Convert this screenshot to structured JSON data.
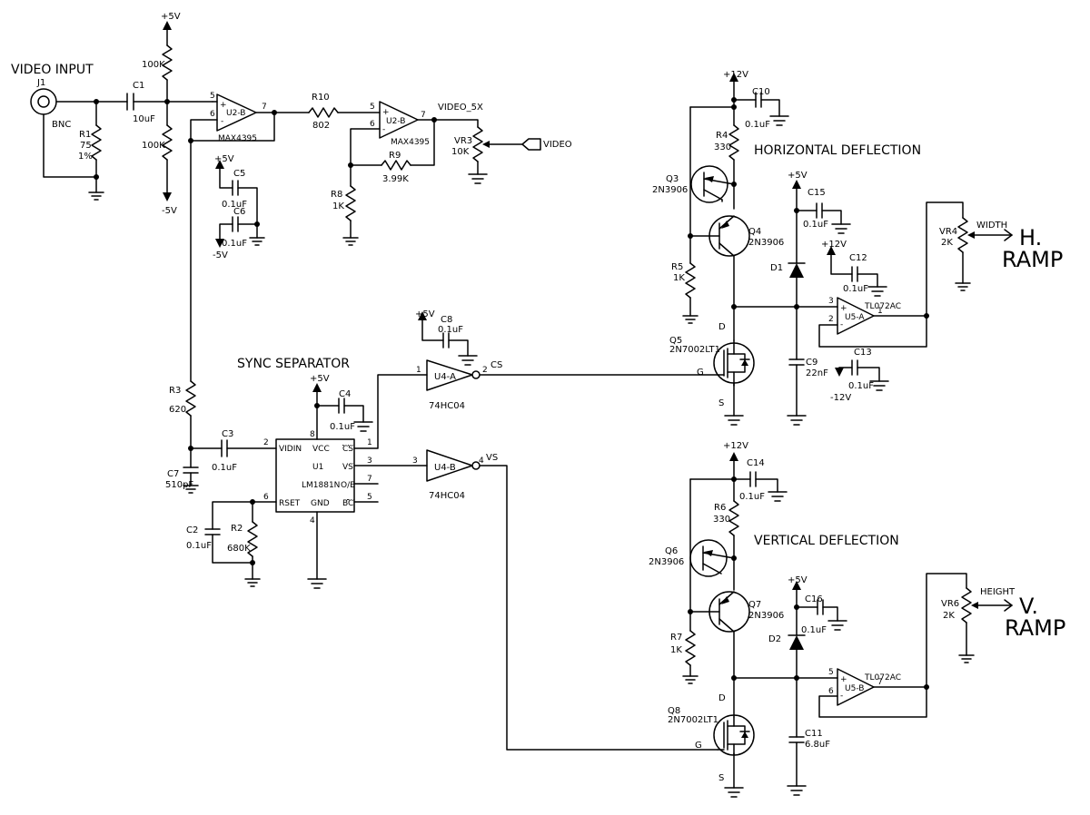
{
  "titles": {
    "video_input": "VIDEO INPUT",
    "sync_separator": "SYNC SEPARATOR",
    "horizontal": "HORIZONTAL DEFLECTION",
    "vertical": "VERTICAL DEFLECTION"
  },
  "handwritten": {
    "h_ramp_1": "H.",
    "h_ramp_2": "RAMP",
    "v_ramp_1": "V.",
    "v_ramp_2": "RAMP"
  },
  "connectors": {
    "j1_ref": "J1",
    "j1_type": "BNC",
    "video_out": "VIDEO",
    "video_5x": "VIDEO_5X"
  },
  "rails": {
    "p5": "+5V",
    "m5": "-5V",
    "p12": "+12V",
    "m12": "-12V"
  },
  "nets": {
    "cs": "CS",
    "vs": "VS",
    "width": "WIDTH",
    "height": "HEIGHT"
  },
  "components": {
    "c1_ref": "C1",
    "c1_val": "10uF",
    "r1_ref": "R1",
    "r1_val": "75",
    "r1_tol": "1%",
    "r_top_val": "100K",
    "r_bot_val": "100K",
    "u2b_ref": "U2-B",
    "u2b_part": "MAX4395",
    "u2b2_ref": "U2-B",
    "u2b2_part": "MAX4395",
    "r10_ref": "R10",
    "r10_val": "802",
    "r9_ref": "R9",
    "r9_val": "3.99K",
    "r8_ref": "R8",
    "r8_val": "1K",
    "vr3_ref": "VR3",
    "vr3_val": "10K",
    "c5_ref": "C5",
    "c5_val": "0.1uF",
    "c6_ref": "C6",
    "c6_val": "0.1uF",
    "r3_ref": "R3",
    "r3_val": "620",
    "c7_ref": "C7",
    "c7_val": "510pF",
    "c3_ref": "C3",
    "c3_val": "0.1uF",
    "c2_ref": "C2",
    "c2_val": "0.1uF",
    "r2_ref": "R2",
    "r2_val": "680K",
    "c4_ref": "C4",
    "c4_val": "0.1uF",
    "u1_ref": "U1",
    "u1_part": "LM1881N",
    "u1_vidin": "VIDIN",
    "u1_vcc": "VCC",
    "u1_cs": "CS",
    "u1_vs": "VS",
    "u1_oe": "O/E",
    "u1_bc": "BC",
    "u1_rset": "RSET",
    "u1_gnd": "GND",
    "c8_ref": "C8",
    "c8_val": "0.1uF",
    "u4a_ref": "U4-A",
    "u4a_part": "74HC04",
    "u4b_ref": "U4-B",
    "u4b_part": "74HC04",
    "c10_ref": "C10",
    "c10_val": "0.1uF",
    "r4_ref": "R4",
    "r4_val": "330",
    "q3_ref": "Q3",
    "q3_part": "2N3906",
    "q4_ref": "Q4",
    "q4_part": "2N3906",
    "r5_ref": "R5",
    "r5_val": "1K",
    "c15_ref": "C15",
    "c15_val": "0.1uF",
    "d1_ref": "D1",
    "c12_ref": "C12",
    "c12_val": "0.1uF",
    "u5a_ref": "U5-A",
    "u5a_part": "TL072AC",
    "vr4_ref": "VR4",
    "vr4_val": "2K",
    "q5_ref": "Q5",
    "q5_part": "2N7002LT1",
    "c9_ref": "C9",
    "c9_val": "22nF",
    "c13_ref": "C13",
    "c13_val": "0.1uF",
    "c14_ref": "C14",
    "c14_val": "0.1uF",
    "r6_ref": "R6",
    "r6_val": "330",
    "q6_ref": "Q6",
    "q6_part": "2N3906",
    "q7_ref": "Q7",
    "q7_part": "2N3906",
    "r7_ref": "R7",
    "r7_val": "1K",
    "c16_ref": "C16",
    "c16_val": "0.1uF",
    "d2_ref": "D2",
    "u5b_ref": "U5-B",
    "u5b_part": "TL072AC",
    "vr6_ref": "VR6",
    "vr6_val": "2K",
    "q8_ref": "Q8",
    "q8_part": "2N7002LT1",
    "c11_ref": "C11",
    "c11_val": "6.8uF"
  },
  "pins": {
    "p1": "1",
    "p2": "2",
    "p3": "3",
    "p4": "4",
    "p5": "5",
    "p6": "6",
    "p7": "7",
    "p8": "8",
    "plus": "+",
    "minus": "-",
    "d": "D",
    "g": "G",
    "s": "S"
  }
}
